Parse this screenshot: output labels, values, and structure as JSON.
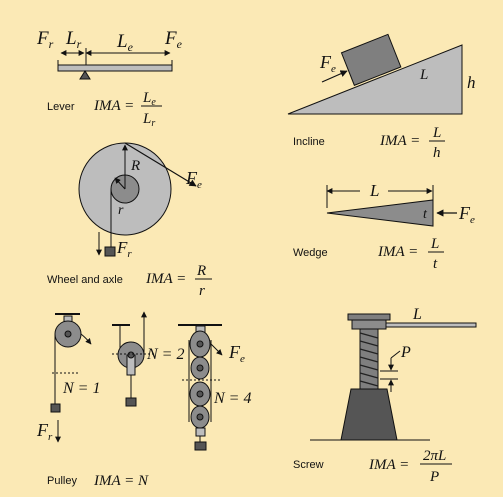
{
  "colors": {
    "background": "#fbe9b5",
    "fill": "#bdbdbd",
    "fill_dark": "#8c8c8c",
    "stroke": "#111111"
  },
  "lever": {
    "name": "Lever",
    "f_r": "F",
    "f_r_sub": "r",
    "l_r": "L",
    "l_r_sub": "r",
    "l_e": "L",
    "l_e_sub": "e",
    "f_e": "F",
    "f_e_sub": "e",
    "ima": "IMA =",
    "num": "L",
    "num_sub": "e",
    "den": "L",
    "den_sub": "r"
  },
  "incline": {
    "name": "Incline",
    "f_e": "F",
    "f_e_sub": "e",
    "l": "L",
    "h": "h",
    "ima": "IMA =",
    "num": "L",
    "den": "h"
  },
  "wheel": {
    "name": "Wheel and axle",
    "R": "R",
    "r": "r",
    "f_e": "F",
    "f_e_sub": "e",
    "f_r": "F",
    "f_r_sub": "r",
    "ima": "IMA =",
    "num": "R",
    "den": "r"
  },
  "wedge": {
    "name": "Wedge",
    "l": "L",
    "t": "t",
    "f_e": "F",
    "f_e_sub": "e",
    "ima": "IMA =",
    "num": "L",
    "den": "t"
  },
  "pulley": {
    "name": "Pulley",
    "n1": "N = 1",
    "n2": "N = 2",
    "n4": "N = 4",
    "f_e": "F",
    "f_e_sub": "e",
    "f_r": "F",
    "f_r_sub": "r",
    "ima": "IMA = N"
  },
  "screw": {
    "name": "Screw",
    "l": "L",
    "p": "P",
    "ima": "IMA =",
    "num": "2πL",
    "den": "P"
  }
}
